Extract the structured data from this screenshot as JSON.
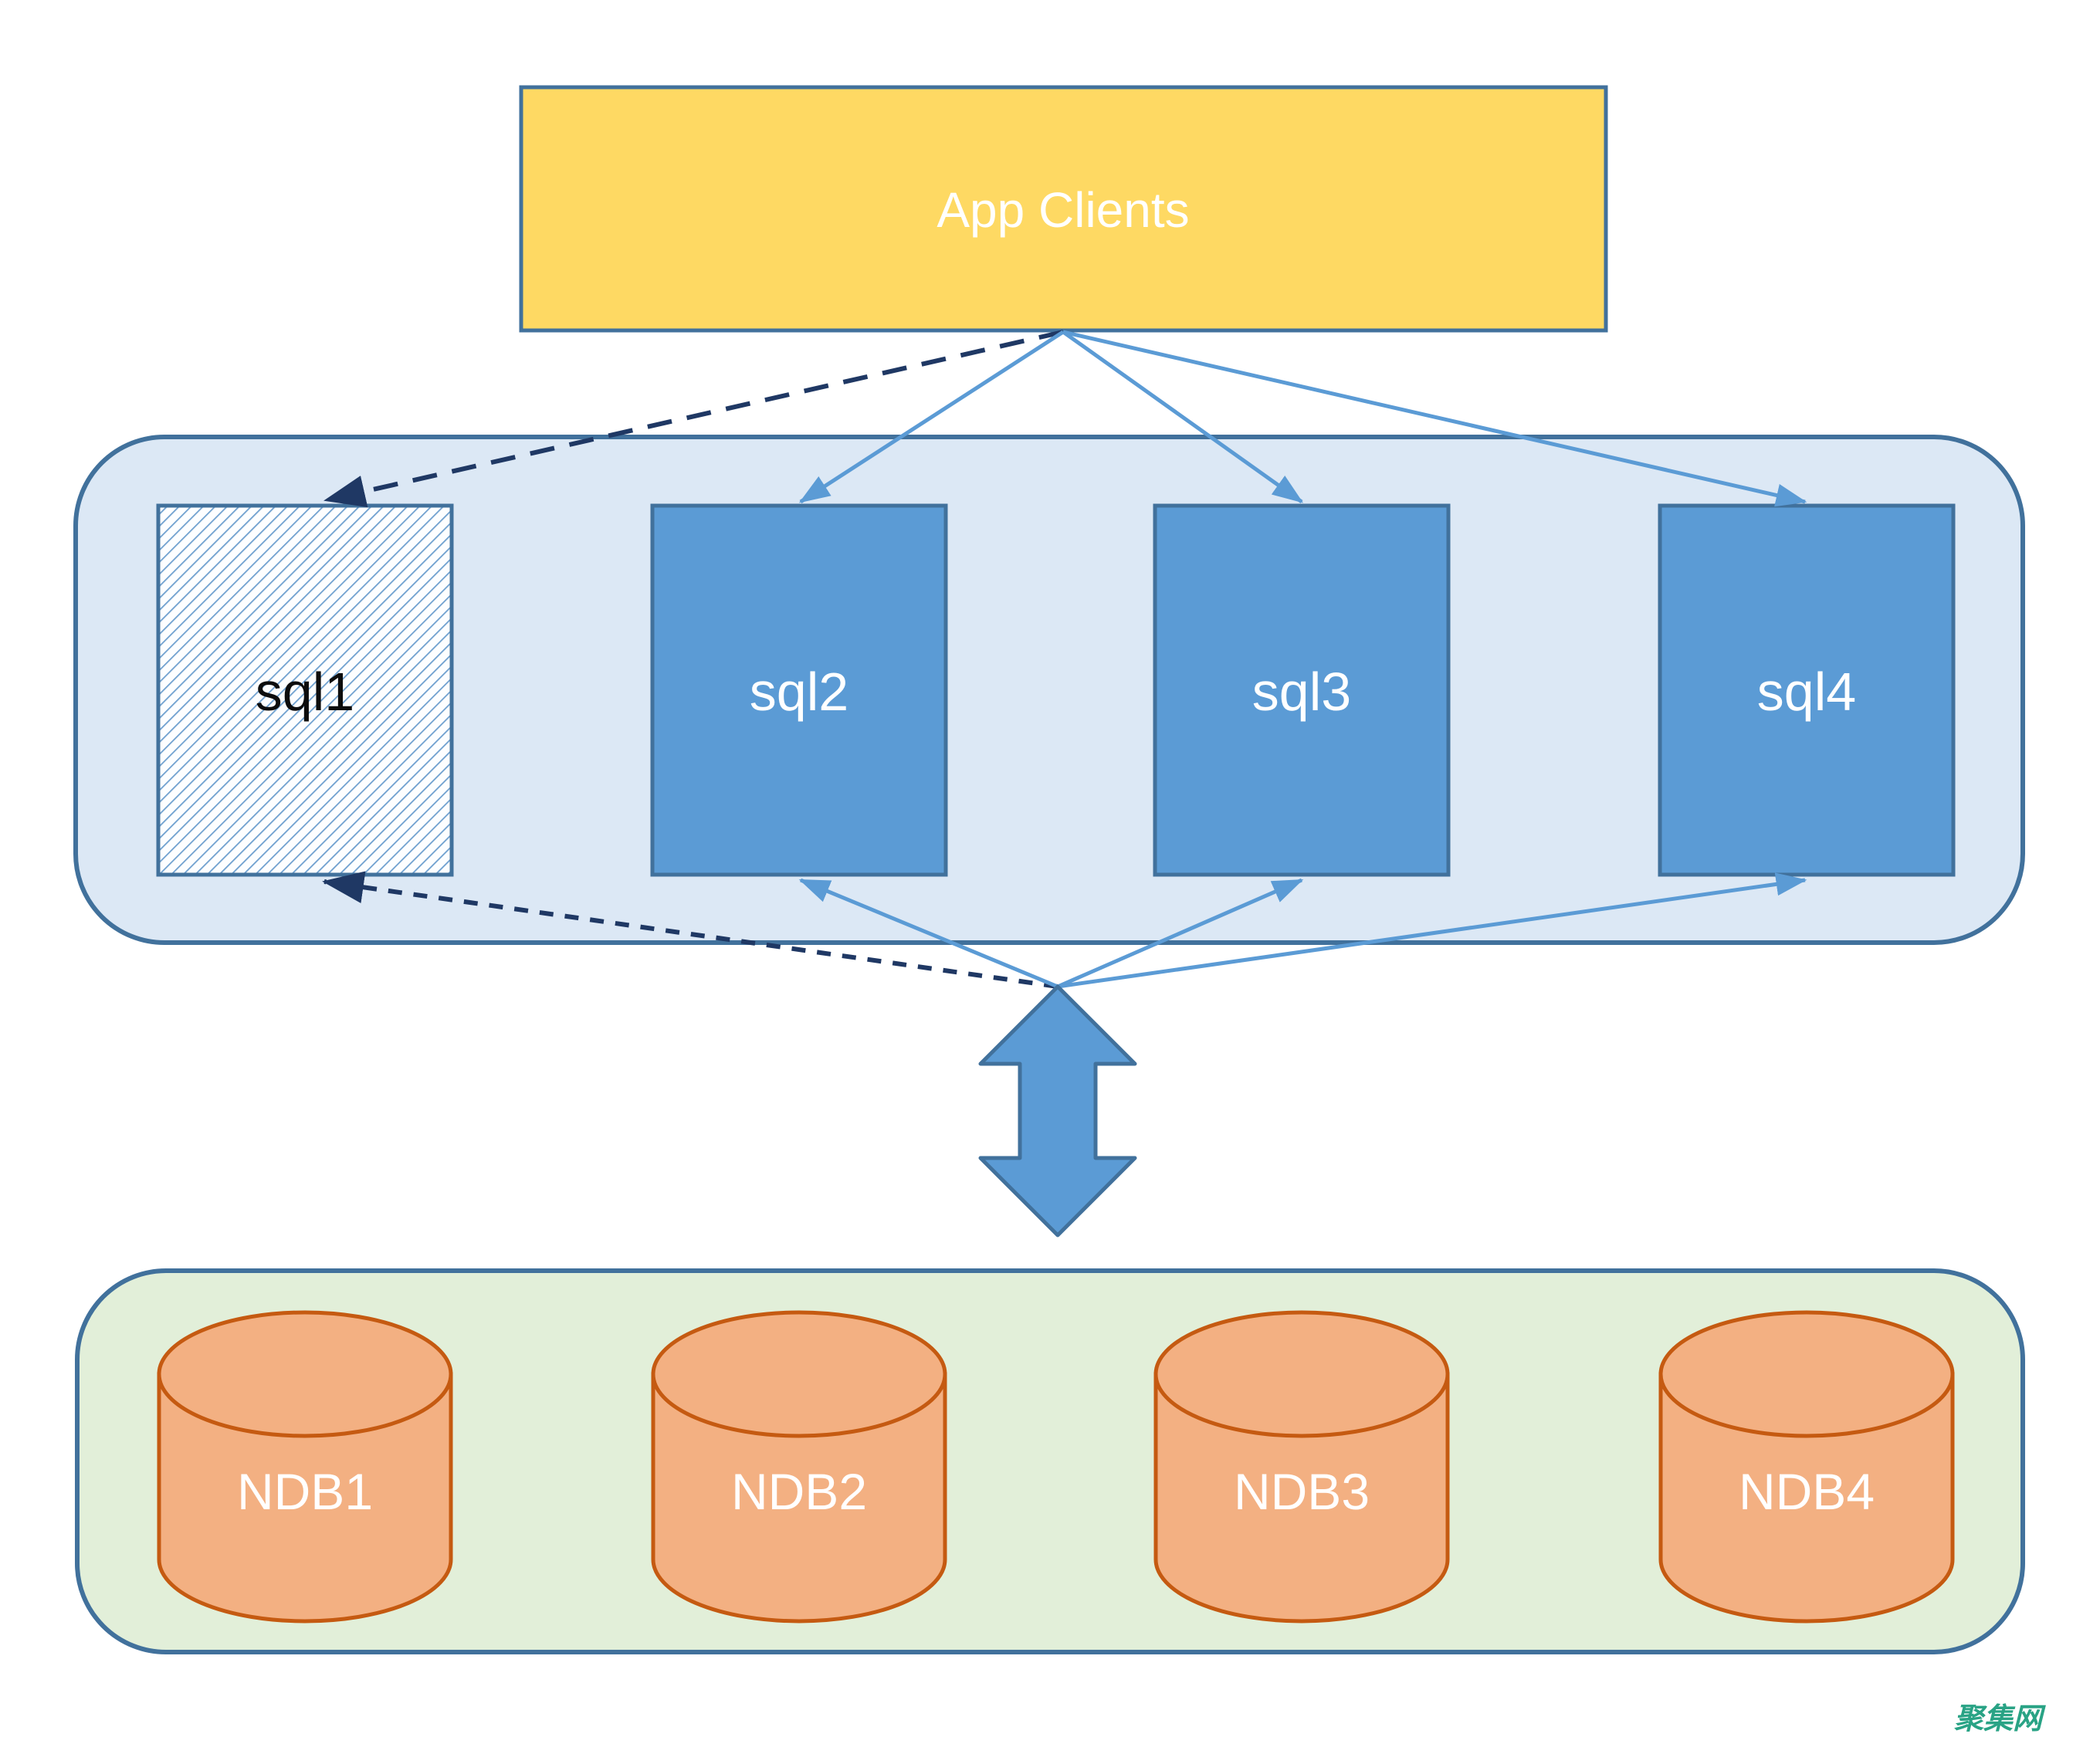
{
  "diagram": {
    "app_clients_label": "App Clients",
    "sql_tier": {
      "nodes": [
        {
          "label": "sql1",
          "state": "hatched-offline"
        },
        {
          "label": "sql2",
          "state": "active"
        },
        {
          "label": "sql3",
          "state": "active"
        },
        {
          "label": "sql4",
          "state": "active"
        }
      ]
    },
    "ndb_tier": {
      "nodes": [
        {
          "label": "NDB1"
        },
        {
          "label": "NDB2"
        },
        {
          "label": "NDB3"
        },
        {
          "label": "NDB4"
        }
      ]
    },
    "watermark": "聚集网"
  },
  "colors": {
    "canvas_bg": "#ffffff",
    "app_clients_fill": "#FED963",
    "box_border": "#41719C",
    "sql_tier_fill": "#DCE8F5",
    "sql_node_fill": "#5B9BD5",
    "hatch_bg": "#FDFEFF",
    "hatch_line": "#6FA0CF",
    "solid_arrow": "#5B9BD5",
    "dashed_arrow": "#1F3864",
    "double_arrow_fill": "#5B9BD5",
    "ndb_tier_fill": "#E2EFD9",
    "ndb_fill": "#F3B082",
    "ndb_border": "#C55A11",
    "text_light": "#FFFFFF",
    "text_dark": "#0D0D0D",
    "watermark_color": "#29A385"
  }
}
